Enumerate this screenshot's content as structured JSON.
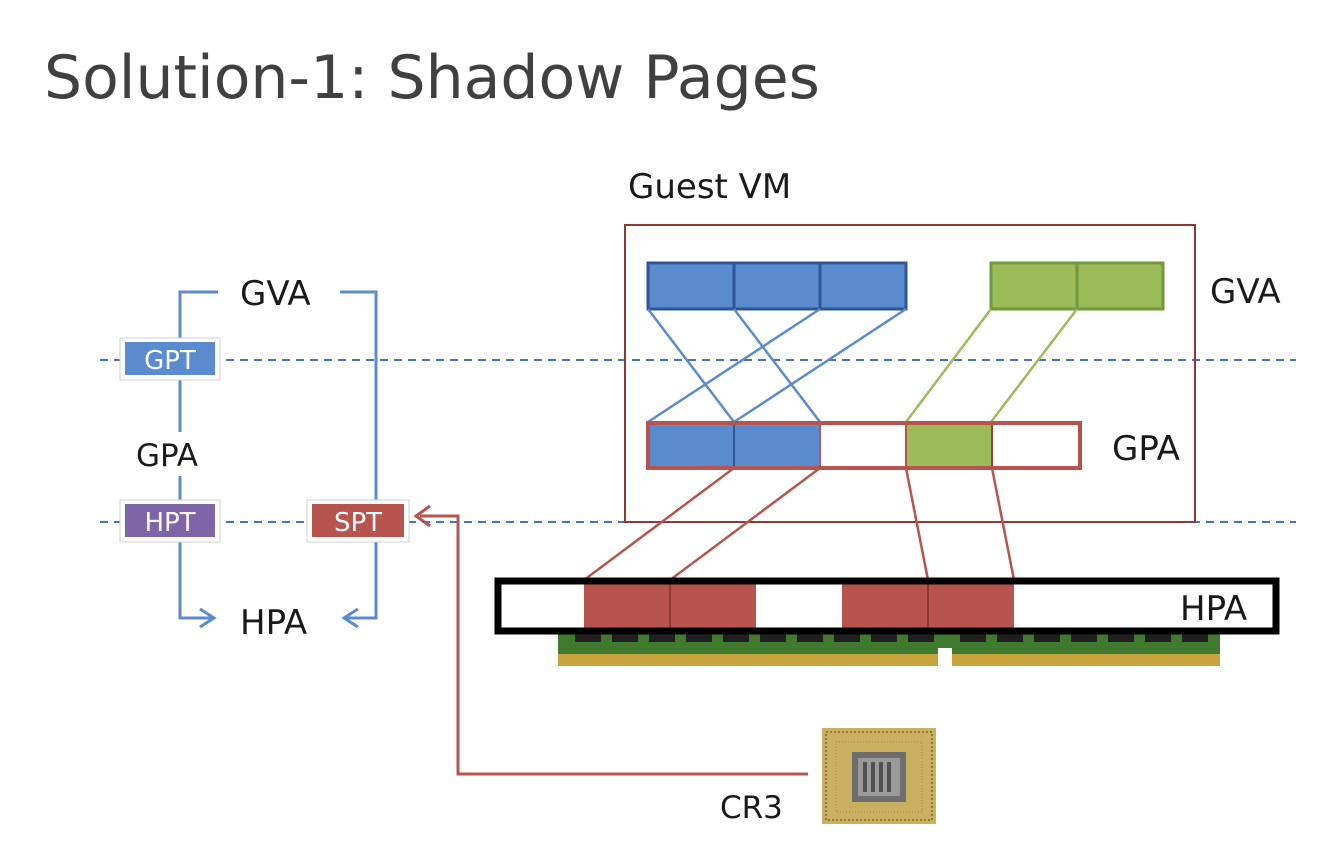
{
  "title": "Solution-1: Shadow Pages",
  "left_flow": {
    "gva": "GVA",
    "gpa": "GPA",
    "hpa": "HPA",
    "gpt": "GPT",
    "hpt": "HPT",
    "spt": "SPT"
  },
  "right_diagram": {
    "guest_vm": "Guest VM",
    "gva": "GVA",
    "gpa": "GPA",
    "hpa": "HPA",
    "cr3": "CR3"
  },
  "colors": {
    "blue": "#5b8bcf",
    "blue_dark": "#3c64a4",
    "green": "#9bbb59",
    "green_dark": "#6f9a3a",
    "red": "#b8544e",
    "red_dark": "#a0403b",
    "purple": "#7f64a8",
    "vm_border": "#8b3a35",
    "dash": "#4472c4"
  },
  "icons": {
    "memory": "ram-module-icon",
    "cpu": "cpu-chip-icon"
  }
}
